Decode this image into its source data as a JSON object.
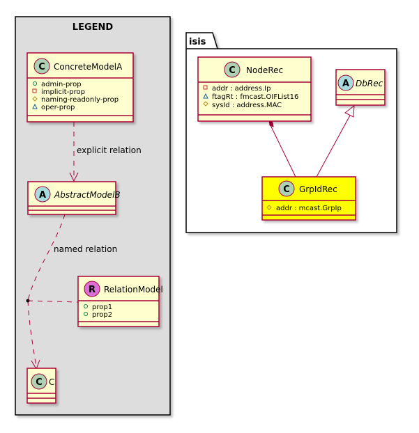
{
  "legend": {
    "title": "LEGEND",
    "concrete_model": {
      "name": "ConcreteModelA",
      "stereotype": "C",
      "props": [
        "admin-prop",
        "implicit-prop",
        "naming-readonly-prop",
        "oper-prop"
      ]
    },
    "abstract_model": {
      "name": "AbstractModelB",
      "stereotype": "A"
    },
    "relation_model": {
      "name": "RelationModel",
      "stereotype": "R",
      "props": [
        "prop1",
        "prop2"
      ]
    },
    "c_model": {
      "name": "C",
      "stereotype": "C"
    },
    "explicit_relation_label": "explicit relation",
    "named_relation_label": "named relation"
  },
  "isis": {
    "title": "isis",
    "node_rec": {
      "name": "NodeRec",
      "stereotype": "C",
      "attrs": [
        "addr : address.Ip",
        "ftagRt : fmcast.OIFList16",
        "sysId : address.MAC"
      ]
    },
    "db_rec": {
      "name": "DbRec",
      "stereotype": "A"
    },
    "grp_id_rec": {
      "name": "GrpIdRec",
      "stereotype": "C",
      "attrs": [
        "addr : mcast.GrpIp"
      ]
    }
  },
  "colors": {
    "class_fill": "#FEFECE",
    "class_border": "#A80036",
    "highlight_fill": "#FFFF00",
    "legend_fill": "#DDDDDD"
  }
}
